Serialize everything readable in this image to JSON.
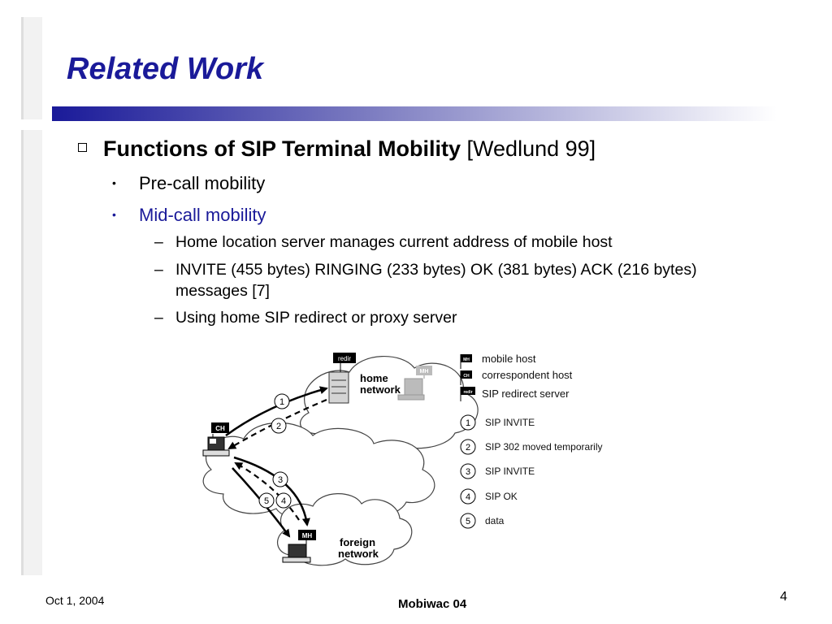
{
  "slide": {
    "title": "Related Work",
    "heading_bold": "Functions of SIP Terminal Mobility",
    "heading_ref": "[Wedlund 99]",
    "bullets": [
      "Pre-call mobility",
      "Mid-call mobility"
    ],
    "sub_bullets": [
      "Home location server manages current address of mobile host",
      "INVITE (455 bytes) RINGING (233 bytes) OK (381 bytes) ACK (216 bytes)",
      "messages [7]",
      "Using home SIP redirect or proxy server"
    ]
  },
  "diagram": {
    "home_network": [
      "home",
      "network"
    ],
    "foreign_network": [
      "foreign",
      "network"
    ],
    "flags": {
      "redirect": "redir",
      "mobile": "MH",
      "correspondent": "CH"
    },
    "legend_items": [
      {
        "abbr": "MH",
        "label": "mobile host"
      },
      {
        "abbr": "CH",
        "label": "correspondent host"
      },
      {
        "abbr": "redir",
        "label": "SIP redirect server"
      }
    ],
    "steps": [
      {
        "num": "1",
        "label": "SIP INVITE"
      },
      {
        "num": "2",
        "label": "SIP 302 moved temporarily"
      },
      {
        "num": "3",
        "label": "SIP INVITE"
      },
      {
        "num": "4",
        "label": "SIP OK"
      },
      {
        "num": "5",
        "label": "data"
      }
    ]
  },
  "footer": {
    "date": "Oct 1, 2004",
    "conference": "Mobiwac 04",
    "page_number": "4"
  },
  "colors": {
    "title": "#1a1a99",
    "highlight": "#1a1a99"
  }
}
